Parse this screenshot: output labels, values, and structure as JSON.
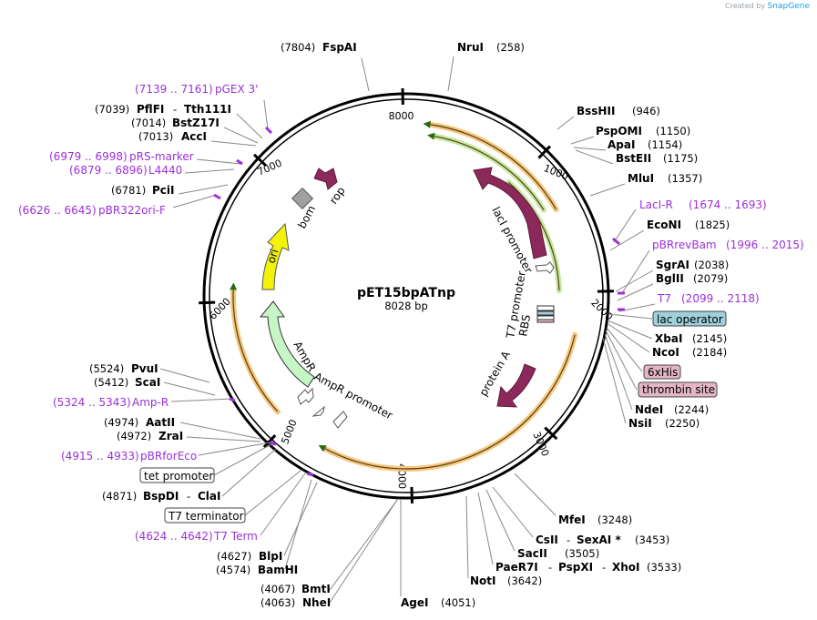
{
  "watermark": {
    "prefix": "Created by",
    "brand": "SnapGene"
  },
  "plasmid": {
    "name": "pET15bpATnp",
    "size_label": "8028 bp"
  },
  "ticks": [
    "8000",
    "1000",
    "2000",
    "3000",
    "4000",
    "5000",
    "6000",
    "7000"
  ],
  "features": {
    "lacI": "lacI",
    "lacI_promoter": "lacI promoter",
    "T7_promoter": "T7 promoter",
    "RBS": "RBS",
    "protein_A": "protein A",
    "AmpR": "AmpR",
    "AmpR_promoter": "AmpR promoter",
    "ori": "ori",
    "bom": "bom",
    "rop": "rop"
  },
  "labels": {
    "fspai": {
      "pos": "(7804)",
      "name": "FspAI"
    },
    "nrui": {
      "pos": "(258)",
      "name": "NruI"
    },
    "pgex3": {
      "range": "(7139 .. 7161)",
      "name": "pGEX 3'"
    },
    "pflfi": {
      "pos": "(7039)",
      "name": "PflFI",
      "alt": "Tth111I"
    },
    "bstz17i": {
      "pos": "(7014)",
      "name": "BstZ17I"
    },
    "acci": {
      "pos": "(7013)",
      "name": "AccI"
    },
    "prs": {
      "range": "(6979 .. 6998)",
      "name": "pRS-marker"
    },
    "l4440": {
      "range": "(6879 .. 6896)",
      "name": "L4440"
    },
    "pcii": {
      "pos": "(6781)",
      "name": "PciI"
    },
    "pbr322": {
      "range": "(6626 .. 6645)",
      "name": "pBR322ori-F"
    },
    "bsshii": {
      "name": "BssHII",
      "pos": "(946)"
    },
    "pspomi": {
      "name": "PspOMI",
      "pos": "(1150)"
    },
    "apai": {
      "name": "ApaI",
      "pos": "(1154)"
    },
    "bsteii": {
      "name": "BstEII",
      "pos": "(1175)"
    },
    "mlui": {
      "name": "MluI",
      "pos": "(1357)"
    },
    "lacir": {
      "name": "LacI-R",
      "range": "(1674 .. 1693)"
    },
    "econi": {
      "name": "EcoNI",
      "pos": "(1825)"
    },
    "pbrrev": {
      "name": "pBRrevBam",
      "range": "(1996 .. 2015)"
    },
    "sgrai": {
      "name": "SgrAI",
      "pos": "(2038)"
    },
    "bglii": {
      "name": "BglII",
      "pos": "(2079)"
    },
    "t7": {
      "name": "T7",
      "range": "(2099 .. 2118)"
    },
    "lacop": {
      "name": "lac operator"
    },
    "xbai": {
      "name": "XbaI",
      "pos": "(2145)"
    },
    "ncoi": {
      "name": "NcoI",
      "pos": "(2184)"
    },
    "his": {
      "name": "6xHis"
    },
    "thrombin": {
      "name": "thrombin site"
    },
    "ndei": {
      "name": "NdeI",
      "pos": "(2244)"
    },
    "nsii": {
      "name": "NsiI",
      "pos": "(2250)"
    },
    "pvui": {
      "pos": "(5524)",
      "name": "PvuI"
    },
    "scai": {
      "pos": "(5412)",
      "name": "ScaI"
    },
    "ampr_p": {
      "range": "(5324 .. 5343)",
      "name": "Amp-R"
    },
    "aatii": {
      "pos": "(4974)",
      "name": "AatII"
    },
    "zrai": {
      "pos": "(4972)",
      "name": "ZraI"
    },
    "pbrfor": {
      "range": "(4915 .. 4933)",
      "name": "pBRforEco"
    },
    "tetp": {
      "name": "tet promoter"
    },
    "bspdi": {
      "pos": "(4871)",
      "name": "BspDI",
      "alt": "ClaI"
    },
    "t7term": {
      "name": "T7 terminator"
    },
    "t7termp": {
      "range": "(4624 .. 4642)",
      "name": "T7 Term"
    },
    "blpi": {
      "pos": "(4627)",
      "name": "BlpI"
    },
    "bamhi": {
      "pos": "(4574)",
      "name": "BamHI"
    },
    "bmti": {
      "pos": "(4067)",
      "name": "BmtI"
    },
    "nhei": {
      "pos": "(4063)",
      "name": "NheI"
    },
    "agei": {
      "name": "AgeI",
      "pos": "(4051)"
    },
    "noti": {
      "name": "NotI",
      "pos": "(3642)"
    },
    "paer7i": {
      "name": "PaeR7I",
      "name2": "PspXI",
      "name3": "XhoI",
      "pos": "(3533)"
    },
    "sacii": {
      "name": "SacII",
      "pos": "(3505)"
    },
    "csii": {
      "name": "CsII",
      "name2": "SexAI *",
      "pos": "(3453)"
    },
    "mfei": {
      "name": "MfeI",
      "pos": "(3248)"
    }
  },
  "colors": {
    "lacI": "#8b2a5a",
    "protein_A": "#8b2a5a",
    "promoter_green": "#c3e8a0",
    "ampr": "#c6f5c6",
    "ori": "#f3f30a",
    "bom": "#a0a0a0",
    "primer": "#9b30d9",
    "orange_frame": "#f4c77d",
    "lac_operator": "#9fd0dc",
    "tag_pink": "#e4b6c4"
  }
}
